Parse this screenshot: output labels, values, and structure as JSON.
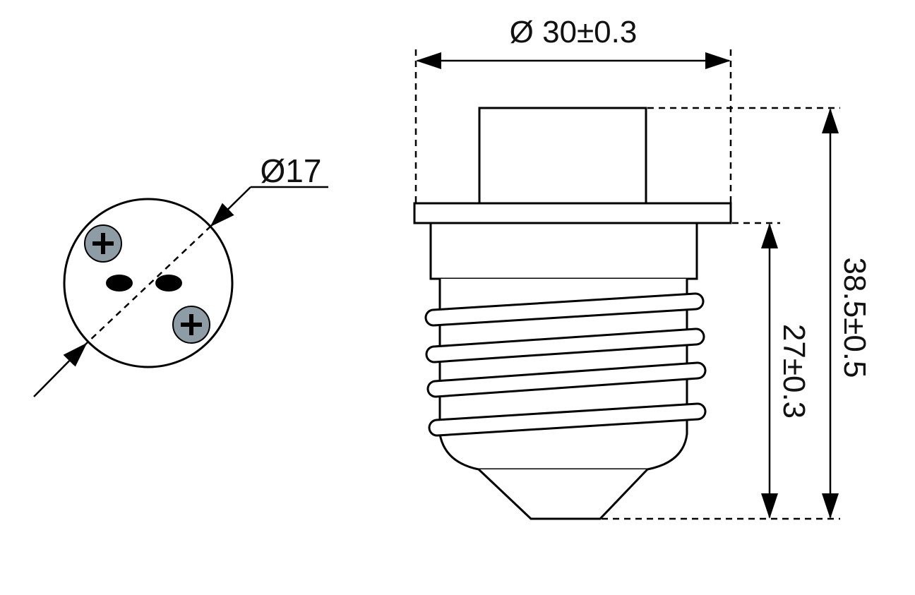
{
  "end_view": {
    "diameter_label": "Ø17",
    "screw_color": "#8e9ca6"
  },
  "side_view": {
    "diameter_label": "Ø 30±0.3",
    "total_height_label": "38.5±0.5",
    "thread_height_label": "27±0.3"
  }
}
